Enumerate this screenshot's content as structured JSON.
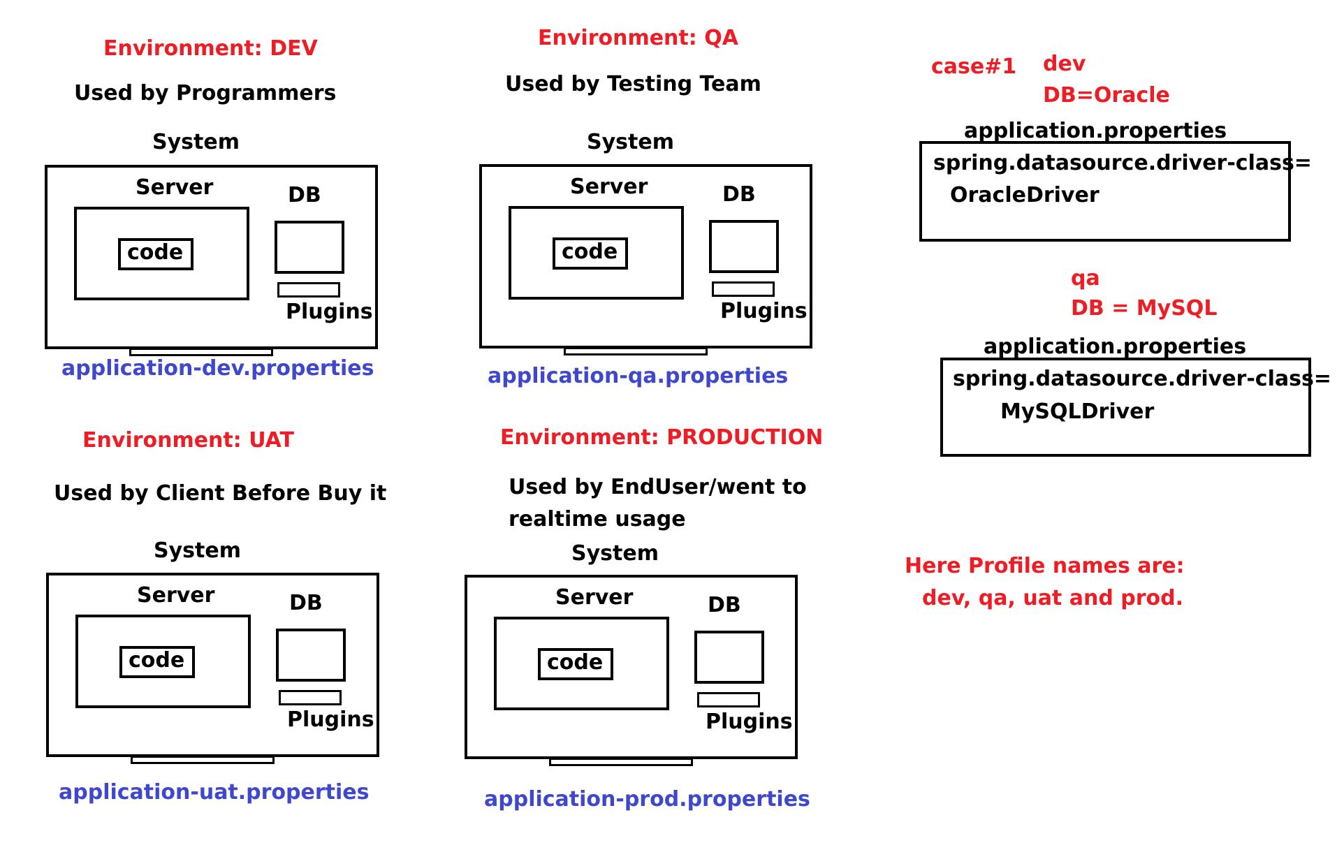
{
  "environments": [
    {
      "title": "Environment: DEV",
      "used_by": "Used by Programmers",
      "system": "System",
      "server": "Server",
      "code": "code",
      "db": "DB",
      "plugins": "Plugins",
      "file": "application-dev.properties"
    },
    {
      "title": "Environment: QA",
      "used_by": "Used by Testing Team",
      "system": "System",
      "server": "Server",
      "code": "code",
      "db": "DB",
      "plugins": "Plugins",
      "file": "application-qa.properties"
    },
    {
      "title": "Environment: UAT",
      "used_by": "Used by Client Before Buy it",
      "system": "System",
      "server": "Server",
      "code": "code",
      "db": "DB",
      "plugins": "Plugins",
      "file": "application-uat.properties"
    },
    {
      "title": "Environment: PRODUCTION",
      "used_by_line1": "Used by EndUser/went to",
      "used_by_line2": "realtime usage",
      "system": "System",
      "server": "Server",
      "code": "code",
      "db": "DB",
      "plugins": "Plugins",
      "file": "application-prod.properties"
    }
  ],
  "case": {
    "label": "case#1",
    "dev_label": "dev",
    "dev_db": "DB=Oracle",
    "dev_file_title": "application.properties",
    "dev_line1": "spring.datasource.driver-class=",
    "dev_line2": "OracleDriver",
    "qa_label": "qa",
    "qa_db": "DB = MySQL",
    "qa_file_title": "application.properties",
    "qa_line1": "spring.datasource.driver-class=",
    "qa_line2": "MySQLDriver"
  },
  "profiles": {
    "line1": "Here Profile names are:",
    "line2": "dev, qa, uat and prod."
  },
  "colors": {
    "title_red": "#ee1c24",
    "file_blue": "#3f48cc",
    "outline": "#000000"
  }
}
